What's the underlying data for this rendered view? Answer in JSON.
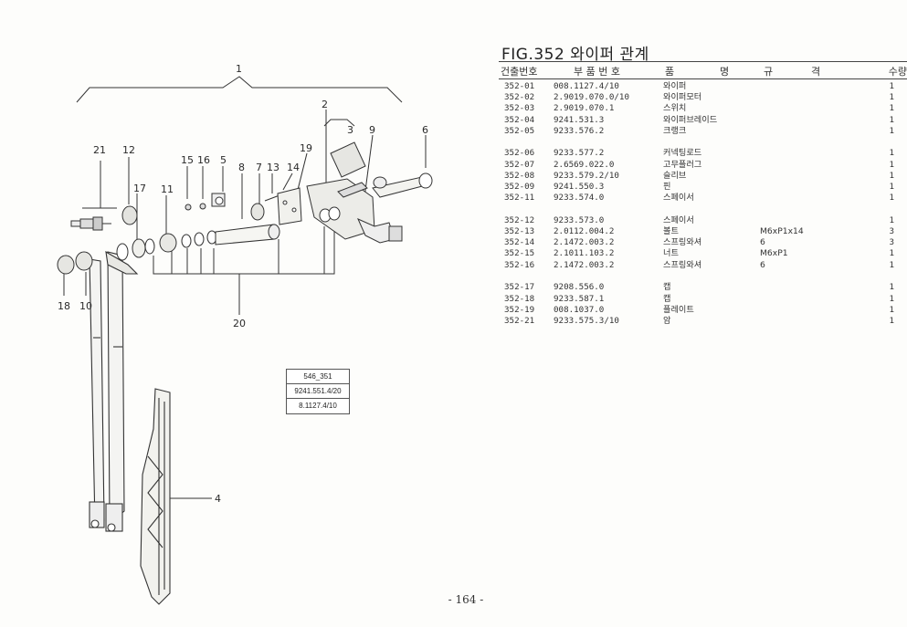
{
  "figure": {
    "title": "FIG.352 와이퍼 관계"
  },
  "table_header": {
    "no": "건출번호",
    "part_no": "부 품 번 호",
    "name_a": "품",
    "name_b": "명",
    "spec_a": "규",
    "spec_b": "격",
    "qty": "수량"
  },
  "parts_groups": [
    [
      {
        "no": "352-01",
        "part_no": "008.1127.4/10",
        "name": "와이퍼",
        "spec": "",
        "qty": "1"
      },
      {
        "no": "352-02",
        "part_no": "2.9019.070.0/10",
        "name": "와이퍼모터",
        "spec": "",
        "qty": "1"
      },
      {
        "no": "352-03",
        "part_no": "2.9019.070.1",
        "name": "스위치",
        "spec": "",
        "qty": "1"
      },
      {
        "no": "352-04",
        "part_no": "9241.531.3",
        "name": "와이퍼브레이드",
        "spec": "",
        "qty": "1"
      },
      {
        "no": "352-05",
        "part_no": "9233.576.2",
        "name": "크랭크",
        "spec": "",
        "qty": "1"
      }
    ],
    [
      {
        "no": "352-06",
        "part_no": "9233.577.2",
        "name": "커넥팅로드",
        "spec": "",
        "qty": "1"
      },
      {
        "no": "352-07",
        "part_no": "2.6569.022.0",
        "name": "고무플러그",
        "spec": "",
        "qty": "1"
      },
      {
        "no": "352-08",
        "part_no": "9233.579.2/10",
        "name": "슬리브",
        "spec": "",
        "qty": "1"
      },
      {
        "no": "352-09",
        "part_no": "9241.550.3",
        "name": "핀",
        "spec": "",
        "qty": "1"
      },
      {
        "no": "352-11",
        "part_no": "9233.574.0",
        "name": "스페이서",
        "spec": "",
        "qty": "1"
      }
    ],
    [
      {
        "no": "352-12",
        "part_no": "9233.573.0",
        "name": "스페이서",
        "spec": "",
        "qty": "1"
      },
      {
        "no": "352-13",
        "part_no": "2.0112.004.2",
        "name": "볼트",
        "spec": "M6xP1x14",
        "qty": "3"
      },
      {
        "no": "352-14",
        "part_no": "2.1472.003.2",
        "name": "스프링와셔",
        "spec": "6",
        "qty": "3"
      },
      {
        "no": "352-15",
        "part_no": "2.1011.103.2",
        "name": "너트",
        "spec": "M6xP1",
        "qty": "1"
      },
      {
        "no": "352-16",
        "part_no": "2.1472.003.2",
        "name": "스프링와셔",
        "spec": "6",
        "qty": "1"
      }
    ],
    [
      {
        "no": "352-17",
        "part_no": "9208.556.0",
        "name": "캡",
        "spec": "",
        "qty": "1"
      },
      {
        "no": "352-18",
        "part_no": "9233.587.1",
        "name": "캡",
        "spec": "",
        "qty": "1"
      },
      {
        "no": "352-19",
        "part_no": "008.1037.0",
        "name": "플레이트",
        "spec": "",
        "qty": "1"
      },
      {
        "no": "352-21",
        "part_no": "9233.575.3/10",
        "name": "암",
        "spec": "",
        "qty": "1"
      }
    ]
  ],
  "diagram": {
    "callouts": [
      "1",
      "2",
      "3",
      "4",
      "5",
      "6",
      "7",
      "8",
      "9",
      "10",
      "11",
      "12",
      "13",
      "14",
      "15",
      "16",
      "17",
      "18",
      "19",
      "20",
      "21"
    ],
    "ref_box": [
      "546_351",
      "9241.551.4/20",
      "8.1127.4/10"
    ]
  },
  "page_number": "- 164 -"
}
